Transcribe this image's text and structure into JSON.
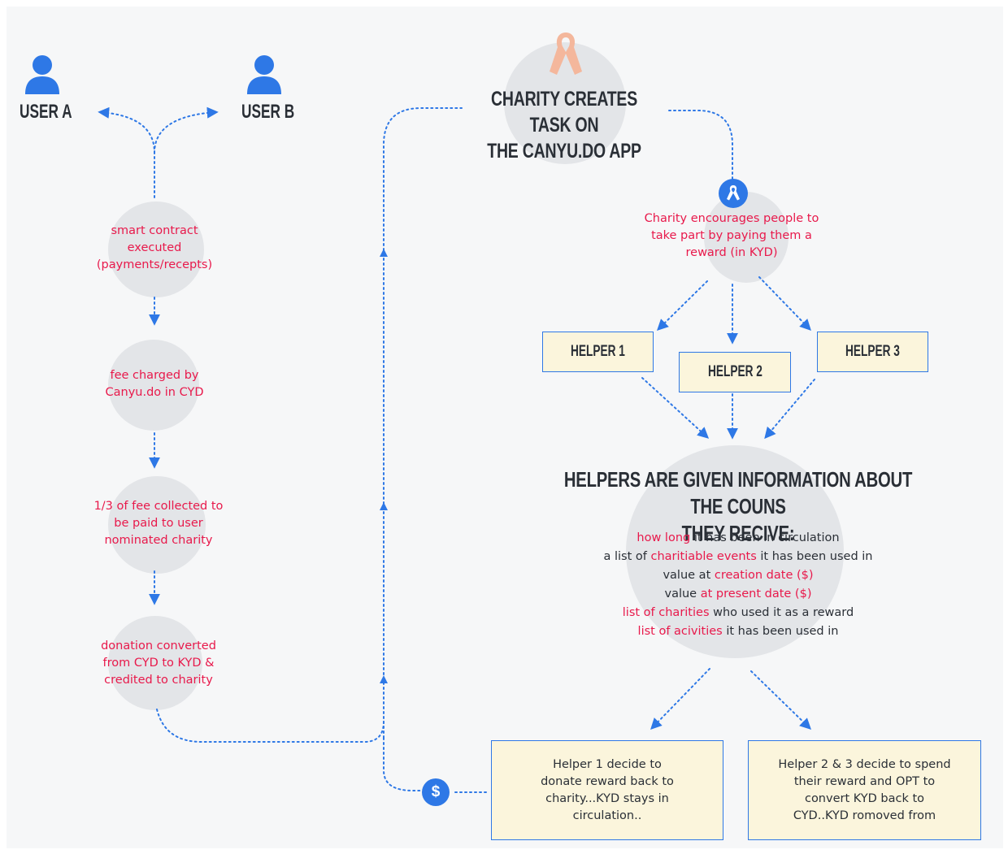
{
  "users": {
    "user_a": "USER A",
    "user_b": "USER B"
  },
  "left_flow": {
    "smart_contract": [
      "smart contract",
      "executed",
      "(payments/recepts)"
    ],
    "fee_charged": [
      "fee charged by",
      "Canyu.do in CYD"
    ],
    "fee_collected": [
      "1/3 of fee collected to",
      "be paid to user",
      "nominated charity"
    ],
    "donation_converted": [
      "donation converted",
      "from CYD to KYD &",
      "credited to charity"
    ]
  },
  "charity_task": {
    "heading": [
      "CHARITY CREATES TASK ON",
      "THE CANYU.DO APP"
    ],
    "icon": "awareness-ribbon-icon"
  },
  "encourage": {
    "text": [
      "Charity encourages people to",
      "take part by paying them a",
      "reward (in KYD)"
    ],
    "icon": "ribbon-icon"
  },
  "helpers": {
    "helper_1": "HELPER 1",
    "helper_2": "HELPER 2",
    "helper_3": "HELPER 3"
  },
  "info": {
    "heading": [
      "HELPERS ARE GIVEN INFORMATION ABOUT THE COUNS",
      "THEY RECIVE:"
    ],
    "lines": [
      [
        {
          "t": "how long",
          "h": true
        },
        {
          "t": " it has been in circulation",
          "h": false
        }
      ],
      [
        {
          "t": "a list of ",
          "h": false
        },
        {
          "t": "charitiable events",
          "h": true
        },
        {
          "t": " it has been used in",
          "h": false
        }
      ],
      [
        {
          "t": "value at ",
          "h": false
        },
        {
          "t": "creation date ($)",
          "h": true
        }
      ],
      [
        {
          "t": "value ",
          "h": false
        },
        {
          "t": "at present date ($)",
          "h": true
        }
      ],
      [
        {
          "t": "list of charities",
          "h": true
        },
        {
          "t": " who used it as a reward",
          "h": false
        }
      ],
      [
        {
          "t": "list of acivities",
          "h": true
        },
        {
          "t": " it has been used in",
          "h": false
        }
      ]
    ]
  },
  "decisions": {
    "helper_1": [
      "Helper 1 decide to",
      "donate reward back to",
      "charity...KYD stays in",
      "circulation.."
    ],
    "helper_2_3": [
      "Helper 2 & 3 decide to spend",
      "their reward and OPT to",
      "convert KYD back to",
      "CYD..KYD romoved from"
    ]
  },
  "dollar_icon": {
    "glyph": "$",
    "icon": "dollar-icon"
  },
  "colors": {
    "accent_blue": "#2e78e6",
    "highlight_red": "#e8194b",
    "box_fill": "#fbf5dc",
    "bubble_gray": "#e3e5e8",
    "ribbon_peach": "#f4b79c"
  }
}
